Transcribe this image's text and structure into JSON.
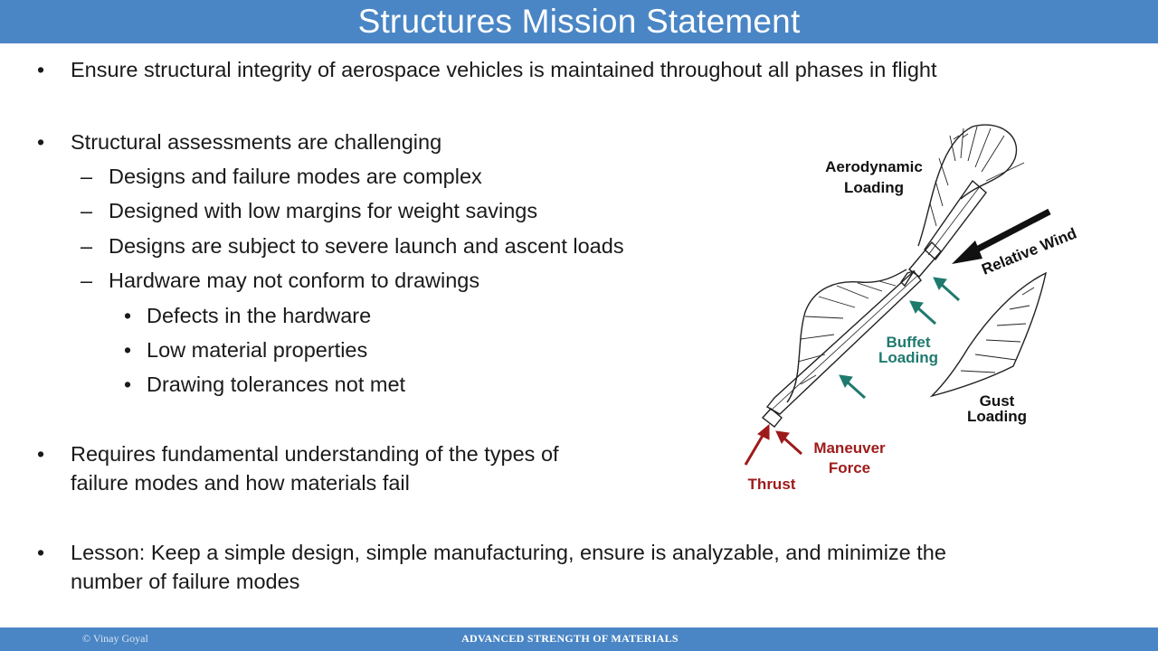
{
  "slide": {
    "title": "Structures Mission Statement",
    "bullets": [
      {
        "text": "Ensure structural integrity of aerospace vehicles is maintained throughout all phases in flight"
      },
      {
        "text": "Structural assessments are challenging",
        "sub": [
          "Designs and failure modes are complex",
          "Designed with low margins for weight savings",
          "Designs are subject to severe launch and ascent loads",
          "Hardware may not conform to drawings"
        ],
        "subsub": [
          "Defects in the hardware",
          "Low material properties",
          "Drawing tolerances not met"
        ]
      },
      {
        "lines": [
          "Requires fundamental understanding of the types of",
          "failure modes and how materials fail"
        ]
      },
      {
        "lines": [
          "Lesson:  Keep a simple design, simple manufacturing, ensure is analyzable, and minimize the",
          "number of failure modes"
        ]
      }
    ],
    "bullet_char": "•",
    "dash_char": "–"
  },
  "diagram": {
    "labels": {
      "aero_1": "Aerodynamic",
      "aero_2": "Loading",
      "wind": "Relative Wind",
      "buffet_1": "Buffet",
      "buffet_2": "Loading",
      "gust_1": "Gust",
      "gust_2": "Loading",
      "maneuver_1": "Maneuver",
      "maneuver_2": "Force",
      "thrust": "Thrust"
    },
    "colors": {
      "teal": "#1f7a6e",
      "darkred": "#9e1a1a",
      "black": "#111111"
    }
  },
  "footer": {
    "copyright": "© Vinay Goyal",
    "course": "ADVANCED STRENGTH OF MATERIALS"
  },
  "colors": {
    "bar": "#4a86c5",
    "text": "#1a1a1a"
  }
}
